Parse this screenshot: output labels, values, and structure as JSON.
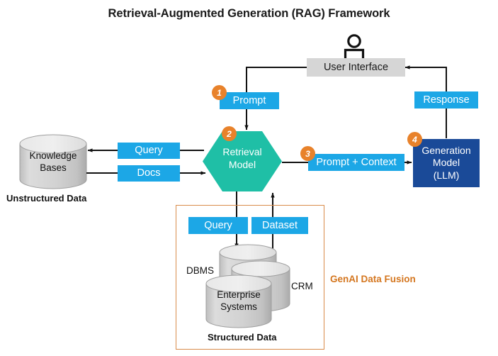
{
  "title": "Retrieval-Augmented Generation (RAG) Framework",
  "colors": {
    "accent_blue": "#1CA7E6",
    "teal": "#1FBFA6",
    "navy": "#1A4A98",
    "gray_box": "#D6D6D6",
    "orange_badge": "#E8822B",
    "fusion_border": "#D98B4A",
    "fusion_text": "#D4761F",
    "cylinder_gray": "#D8D8D8"
  },
  "nodes": {
    "user_interface": "User Interface",
    "prompt": "Prompt",
    "response": "Response",
    "retrieval_model": "Retrieval\nModel",
    "retrieval_model_line1": "Retrieval",
    "retrieval_model_line2": "Model",
    "generation_model_line1": "Generation",
    "generation_model_line2": "Model",
    "generation_model_line3": "(LLM)",
    "prompt_context": "Prompt + Context",
    "query_left": "Query",
    "docs": "Docs",
    "query_bottom": "Query",
    "dataset": "Dataset",
    "knowledge_bases_line1": "Knowledge",
    "knowledge_bases_line2": "Bases",
    "enterprise_systems_line1": "Enterprise",
    "enterprise_systems_line2": "Systems"
  },
  "labels": {
    "unstructured_data": "Unstructured Data",
    "structured_data": "Structured Data",
    "genai_data_fusion": "GenAI Data Fusion",
    "dbms": "DBMS",
    "crm": "CRM"
  },
  "badges": {
    "one": "1",
    "two": "2",
    "three": "3",
    "four": "4"
  },
  "icons": {
    "user": "user-person-icon"
  }
}
